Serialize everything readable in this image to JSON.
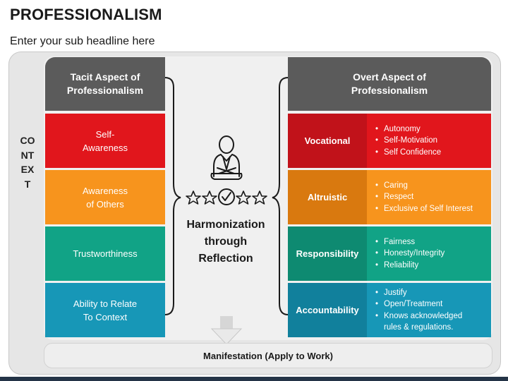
{
  "title": "PROFESSIONALISM",
  "subtitle": "Enter your sub headline here",
  "context_label": "CONTEXT",
  "left_header": [
    "Tacit Aspect of",
    "Professionalism"
  ],
  "right_header": [
    "Overt Aspect of",
    "Professionalism"
  ],
  "left_items": [
    {
      "lines": [
        "Self-",
        "Awareness"
      ],
      "color": "#e1161c"
    },
    {
      "lines": [
        "Awareness",
        "of Others"
      ],
      "color": "#f7941d"
    },
    {
      "lines": [
        "Trustworthiness"
      ],
      "color": "#11a386"
    },
    {
      "lines": [
        "Ability to Relate",
        "To  Context"
      ],
      "color": "#1797b7"
    }
  ],
  "right_items": [
    {
      "label": "Vocational",
      "label_color": "#c1121a",
      "color": "#e1161c",
      "bullets": [
        "Autonomy",
        "Self-Motivation",
        "Self Confidence"
      ]
    },
    {
      "label": "Altruistic",
      "label_color": "#d9790f",
      "color": "#f7941d",
      "bullets": [
        "Caring",
        "Respect",
        "Exclusive of Self Interest"
      ]
    },
    {
      "label": "Responsibility",
      "label_color": "#0e8a71",
      "color": "#11a386",
      "bullets": [
        "Fairness",
        "Honesty/Integrity",
        "Reliability"
      ]
    },
    {
      "label": "Accountability",
      "label_color": "#11809c",
      "color": "#1797b7",
      "bullets": [
        "Justify",
        "Open/Treatment",
        "Knows acknowledged",
        "rules & regulations."
      ]
    }
  ],
  "center_lines": [
    "Harmonization",
    "through",
    "Reflection"
  ],
  "bottom_label": "Manifestation (Apply to Work)",
  "icons": [
    "businessman-icon",
    "star-icon",
    "checkmark-badge-icon",
    "down-arrow-icon"
  ],
  "colors": {
    "header_gray": "#5b5b5b",
    "footer": "#243447"
  }
}
